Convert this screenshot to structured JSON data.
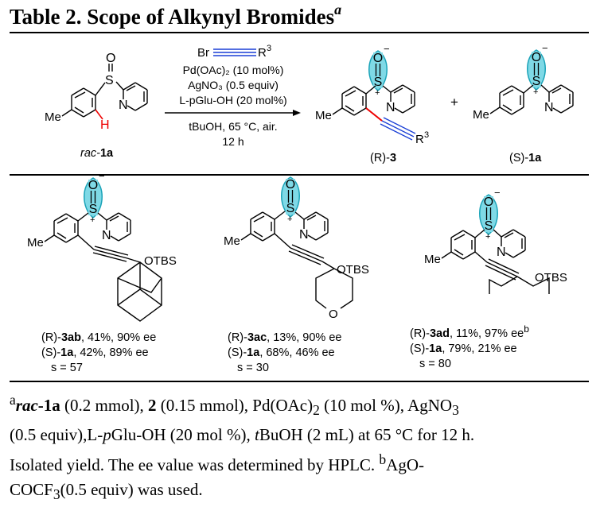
{
  "title": {
    "text": "Table 2. Scope of Alkynyl Bromides",
    "sup": "a"
  },
  "scheme": {
    "reagent": {
      "br": "Br",
      "r3": "R",
      "r3_sup": "3"
    },
    "conditions_above": [
      "Pd(OAc)₂ (10 mol%)",
      "AgNO₃ (0.5 equiv)",
      "L-pGlu-OH (20 mol%)"
    ],
    "conditions_below": [
      "tBuOH, 65 °C, air.",
      "12 h"
    ],
    "plus": "+",
    "sm_label": {
      "prefix": "rac-",
      "bold": "1a"
    },
    "p1_label": {
      "prefix": "(R)-",
      "bold": "3"
    },
    "p2_label": {
      "prefix": "(S)-",
      "bold": "1a"
    }
  },
  "atoms": {
    "S": "S",
    "O": "O",
    "N": "N",
    "Me": "Me",
    "H": "H",
    "OTBS": "OTBS",
    "minus": "−",
    "plus": "+"
  },
  "entries": [
    {
      "line1": {
        "prefix": "(R)-",
        "bold": "3ab",
        "rest": ", 41%, 90% ee",
        "sup": ""
      },
      "line2": {
        "prefix": "(S)-",
        "bold": "1a",
        "rest": ", 42%, 89% ee"
      },
      "line3": "s = 57"
    },
    {
      "line1": {
        "prefix": "(R)-",
        "bold": "3ac",
        "rest": ", 13%, 90% ee",
        "sup": ""
      },
      "line2": {
        "prefix": "(S)-",
        "bold": "1a",
        "rest": ", 68%,  46% ee"
      },
      "line3": "s = 30"
    },
    {
      "line1": {
        "prefix": "(R)-",
        "bold": "3ad",
        "rest": ", 11%, 97% ee",
        "sup": "b"
      },
      "line2": {
        "prefix": "(S)-",
        "bold": "1a",
        "rest": ", 79%,  21% ee"
      },
      "line3": "s = 80"
    }
  ],
  "footnote": {
    "line1": {
      "sup_a": "a",
      "rac": "rac",
      "s1": "-",
      "b1": "1a",
      "s2": " (0.2 mmol), ",
      "b2": "2",
      "s3": " (0.15 mmol), Pd(OAc)",
      "sub1": "2",
      "s4": " (10 mol %), AgNO",
      "sub2": "3"
    },
    "line2": {
      "s1": "(0.5 equiv),",
      "sc": "L",
      "s2": "-",
      "i1": "p",
      "s3": "Glu-OH (20 mol %), ",
      "i2": "t",
      "s4": "BuOH (2 mL) at 65 °C for 12 h."
    },
    "line3": {
      "s1": "Isolated yield. The ee value was determined by HPLC. ",
      "sup_b": "b",
      "s2": "AgO-"
    },
    "line4": {
      "s1": "COCF",
      "sub": "3",
      "s2": "(0.5 equiv) was used."
    }
  }
}
